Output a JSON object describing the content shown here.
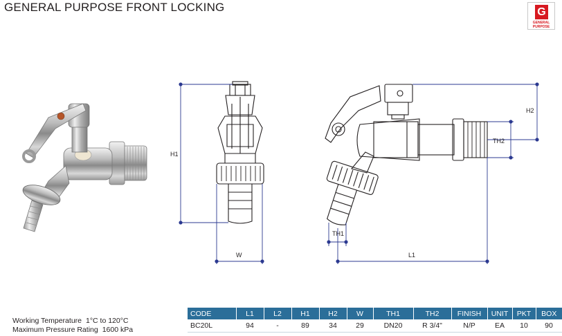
{
  "header": {
    "title": "GENERAL PURPOSE FRONT LOCKING",
    "badge": {
      "letter": "G",
      "line1": "GENERAL",
      "line2": "PURPOSE",
      "color": "#d71920"
    }
  },
  "dimensions": {
    "h1": "H1",
    "h2": "H2",
    "w": "W",
    "th1": "TH1",
    "th2": "TH2",
    "l1": "L1",
    "line_color": "#2b3990"
  },
  "specs": [
    {
      "label": "Working Temperature",
      "value": "1°C to 120°C"
    },
    {
      "label": "Maximum Pressure Rating",
      "value": "1600 kPa"
    }
  ],
  "table": {
    "header_color": "#2b6e99",
    "headers": [
      "CODE",
      "L1",
      "L2",
      "H1",
      "H2",
      "W",
      "TH1",
      "TH2",
      "FINISH",
      "UNIT",
      "PKT",
      "BOX"
    ],
    "rows": [
      [
        "BC20L",
        "94",
        "-",
        "89",
        "34",
        "29",
        "DN20",
        "R 3/4\"",
        "N/P",
        "EA",
        "10",
        "90"
      ]
    ]
  }
}
